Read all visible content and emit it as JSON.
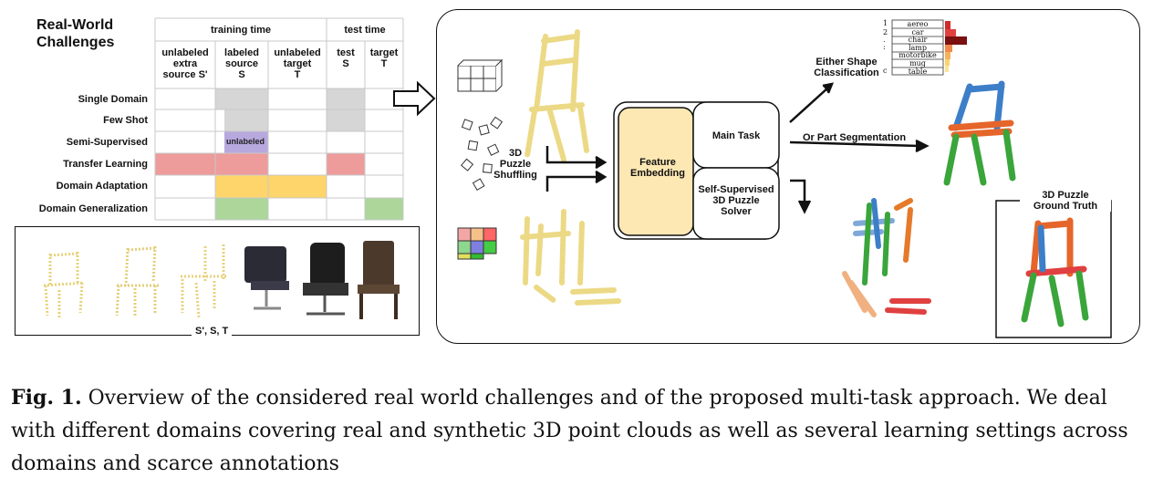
{
  "table": {
    "title_line1": "Real-World",
    "title_line2": "Challenges",
    "group_training": "training time",
    "group_test": "test time",
    "columns": [
      {
        "l1": "unlabeled",
        "l2": "extra",
        "l3": "source S'"
      },
      {
        "l1": "labeled",
        "l2": "source",
        "l3": "S"
      },
      {
        "l1": "unlabeled",
        "l2": "target",
        "l3": "T"
      },
      {
        "l1": "test",
        "l2": "S",
        "l3": ""
      },
      {
        "l1": "target",
        "l2": "T",
        "l3": ""
      }
    ],
    "rows": [
      "Single Domain",
      "Few Shot",
      "Semi-Supervised",
      "Transfer Learning",
      "Domain Adaptation",
      "Domain Generalization"
    ],
    "unlabeled_tag": "unlabeled",
    "colors": {
      "gray": "#d6d6d6",
      "purple": "#b7a8de",
      "red": "#ee9b9b",
      "yellow": "#fdd56a",
      "green": "#acd69a"
    }
  },
  "samples_label": "S', S, T",
  "pipeline": {
    "puzzle_label_1": "3D",
    "puzzle_label_2": "Puzzle",
    "puzzle_label_3": "Shuffling",
    "embedding_1": "Feature",
    "embedding_2": "Embedding",
    "main_task": "Main Task",
    "ssl_1": "Self-Supervised",
    "ssl_2": "3D Puzzle",
    "ssl_3": "Solver",
    "shape_cls_1": "Either Shape",
    "shape_cls_2": "Classification",
    "part_seg": "Or Part Segmentation",
    "gt_1": "3D Puzzle",
    "gt_2": "Ground Truth",
    "classes": [
      "aereo",
      "car",
      "chair",
      "lamp",
      "motorbike",
      "mug",
      "table"
    ],
    "class_index": [
      "1",
      "2",
      ".",
      ":",
      "c"
    ]
  },
  "caption": {
    "prefix": "Fig. 1.",
    "text": " Overview of the considered real world challenges and of the proposed multi-task approach. We deal with different domains covering real and synthetic 3D point clouds as well as several learning settings across domains and scarce annotations"
  }
}
